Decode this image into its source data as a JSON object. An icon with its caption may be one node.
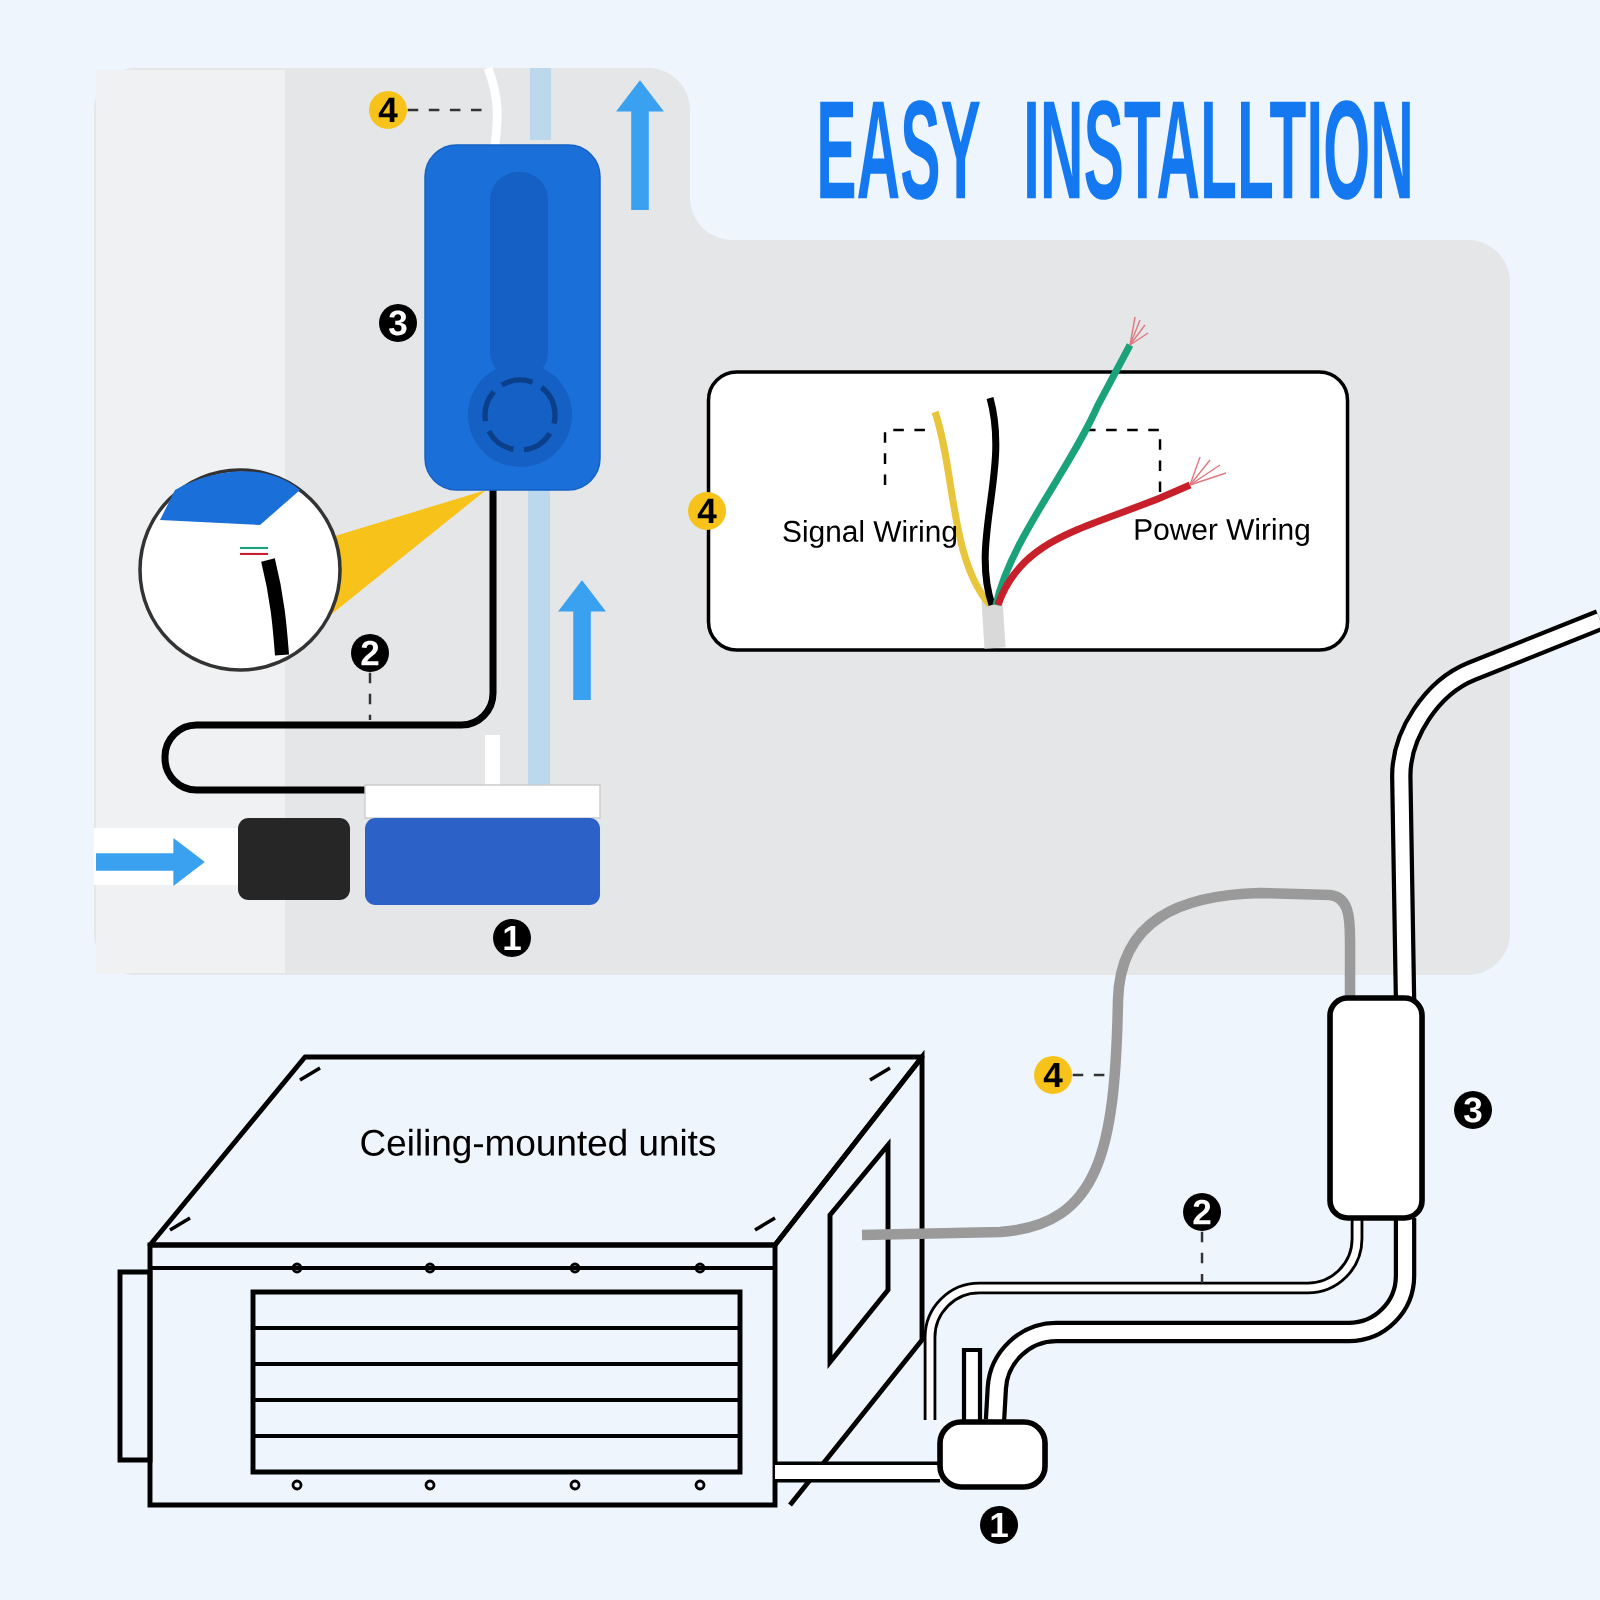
{
  "diagram": {
    "title": "EASY INSTALLTION",
    "nodes": [
      {
        "text": [
          "4"
        ]
      },
      {
        "text": [
          "3"
        ]
      },
      {
        "text": [
          "2"
        ]
      },
      {
        "text": [
          "1"
        ]
      },
      {
        "text": [
          "Signal Wiring",
          "Power Wiring"
        ]
      },
      {
        "text": [
          "4"
        ]
      },
      {
        "text": [
          "4"
        ]
      },
      {
        "text": [
          "3"
        ]
      },
      {
        "text": [
          "2"
        ]
      },
      {
        "text": [
          "1"
        ]
      }
    ],
    "edges": [
      {
        "from": 0,
        "to": null,
        "arrow": "none",
        "style": "dashed"
      },
      {
        "from": 2,
        "to": null,
        "arrow": "none",
        "style": "dashed"
      },
      {
        "from": 6,
        "to": null,
        "arrow": "none",
        "style": "dashed"
      },
      {
        "from": 8,
        "to": null,
        "arrow": "none",
        "style": "dashed"
      }
    ],
    "labels": [
      "Ceiling-mounted units"
    ]
  }
}
